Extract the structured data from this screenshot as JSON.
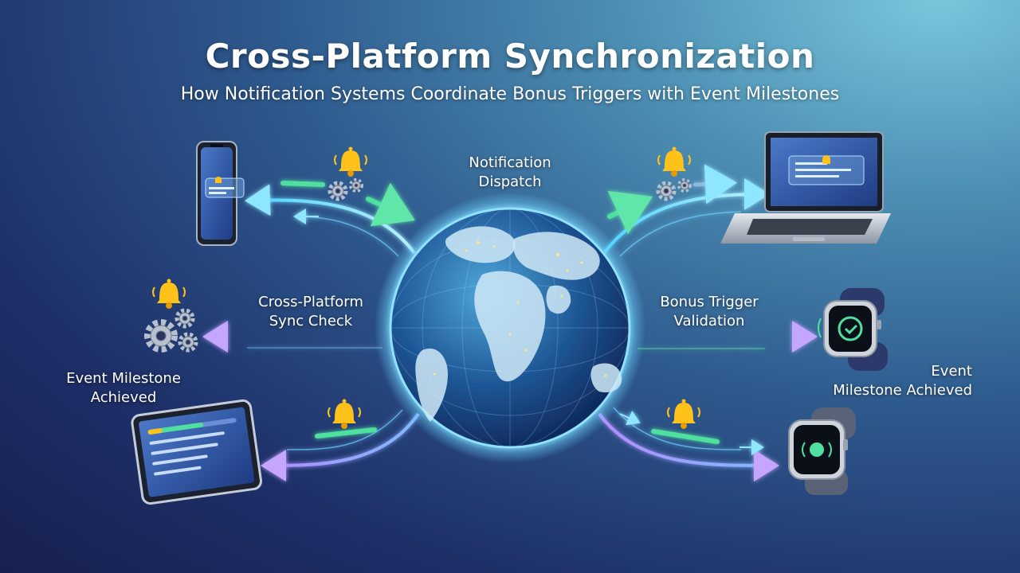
{
  "header": {
    "title": "Cross-Platform Synchronization",
    "subtitle": "How Notification Systems Coordinate Bonus Triggers with Event Milestones"
  },
  "labels": {
    "notification_dispatch": "Notification\nDispatch",
    "sync_check": "Cross-Platform\nSync Check",
    "bonus_validation": "Bonus Trigger\nValidation",
    "milestone_left": "Event Milestone\nAchieved",
    "milestone_right": "Event\nMilestone Achieved"
  },
  "devices": [
    "smartphone",
    "laptop",
    "tablet",
    "smartwatch",
    "smartwatch"
  ],
  "icons": [
    "bell-icon",
    "gear-icon",
    "globe-icon",
    "arrow-icon"
  ],
  "colors": {
    "bg_dark": "#17204f",
    "bg_light": "#79c6dc",
    "cyan": "#49d6ff",
    "purple": "#a879ff",
    "green": "#4fe0a0",
    "bell": "#ffc21a",
    "globe": "#1b4f8f"
  }
}
